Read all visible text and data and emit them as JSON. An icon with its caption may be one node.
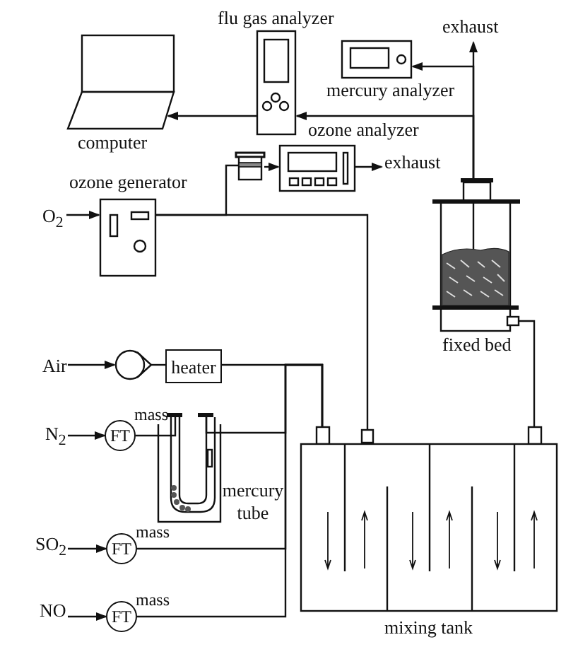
{
  "diagram": {
    "nodes": [
      {
        "text": [
          "flu gas analyzer"
        ]
      },
      {
        "text": [
          "mercury analyzer"
        ]
      },
      {
        "text": [
          "computer"
        ]
      },
      {
        "text": [
          "exhaust"
        ]
      },
      {
        "text": [
          "ozone analyzer"
        ]
      },
      {
        "text": [],
        "shape": "box"
      },
      {
        "text": [
          "exhaust"
        ]
      },
      {
        "text": [
          "O$_{2}$"
        ]
      },
      {
        "text": [
          "ozone generator"
        ]
      },
      {
        "text": [
          "fixed bed"
        ]
      },
      {
        "text": [
          "Air"
        ]
      },
      {
        "text": [],
        "shape": "circle"
      },
      {
        "text": [
          "heater"
        ]
      },
      {
        "text": [
          "N$_{2}$"
        ]
      },
      {
        "text": [
          "FT"
        ],
        "beside": [
          "mass"
        ]
      },
      {
        "text": [
          "mercury tube"
        ]
      },
      {
        "text": [
          "SO$_{2}$"
        ]
      },
      {
        "text": [
          "FT"
        ],
        "beside": [
          "mass"
        ]
      },
      {
        "text": [
          "NO"
        ]
      },
      {
        "text": [
          "FT"
        ],
        "beside": [
          "mass"
        ]
      },
      {
        "text": [
          "mixing tank"
        ]
      }
    ],
    "edges": [
      {
        "from": 9,
        "to": 3,
        "arrow": "to"
      },
      {
        "from": 9,
        "to": 1,
        "arrow": "to"
      },
      {
        "from": 9,
        "to": 0,
        "arrow": "to"
      },
      {
        "from": 0,
        "to": 2,
        "arrow": "to"
      },
      {
        "from": 7,
        "to": 8,
        "arrow": "to"
      },
      {
        "from": 8,
        "to": 5,
        "arrow": "none"
      },
      {
        "from": 5,
        "to": 4,
        "arrow": "to"
      },
      {
        "from": 4,
        "to": 6,
        "arrow": "to"
      },
      {
        "from": 8,
        "to": 20,
        "arrow": "none"
      },
      {
        "from": 10,
        "to": 11,
        "arrow": "to"
      },
      {
        "from": 11,
        "to": 12,
        "arrow": "other"
      },
      {
        "from": 12,
        "to": 20,
        "arrow": "none"
      },
      {
        "from": 13,
        "to": 14,
        "arrow": "to"
      },
      {
        "from": 14,
        "to": 15,
        "arrow": "none"
      },
      {
        "from": 15,
        "to": 20,
        "arrow": "none"
      },
      {
        "from": 16,
        "to": 17,
        "arrow": "to"
      },
      {
        "from": 17,
        "to": 20,
        "arrow": "none"
      },
      {
        "from": 18,
        "to": 19,
        "arrow": "to"
      },
      {
        "from": 19,
        "to": 20,
        "arrow": "none"
      },
      {
        "from": 20,
        "to": 9,
        "arrow": "none"
      }
    ]
  }
}
